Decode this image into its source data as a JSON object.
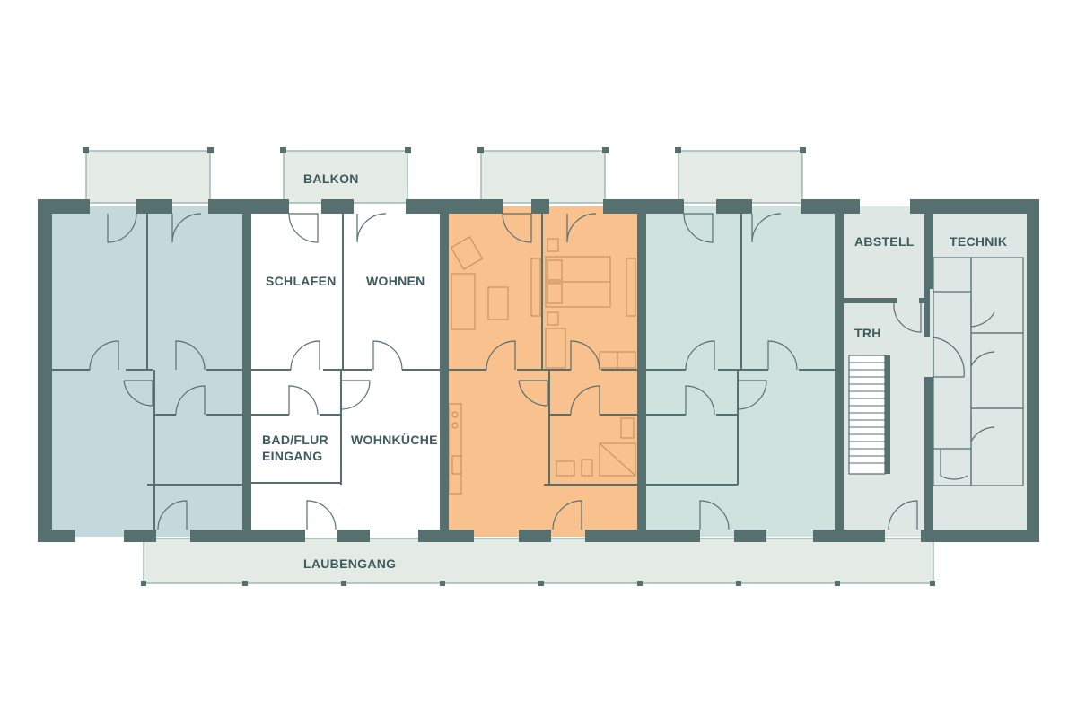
{
  "labels": {
    "balkon": "BALKON",
    "schlafen": "SCHLAFEN",
    "wohnen": "WOHNEN",
    "bad_flur_1": "BAD/FLUR",
    "bad_flur_2": "EINGANG",
    "wohnkueche": "WOHNKÜCHE",
    "abstell": "ABSTELL",
    "technik": "TECHNIK",
    "trh": "TRH",
    "laubengang": "LAUBENGANG"
  },
  "colors": {
    "wall": "#56706f",
    "unit_blue": "#c3d9dc",
    "unit_white": "#ffffff",
    "unit_orange": "#f8c18d",
    "unit_green": "#cfe2de",
    "service": "#dfe7e4",
    "balcony": "#e4ebe5",
    "furniture": "#c79662"
  }
}
